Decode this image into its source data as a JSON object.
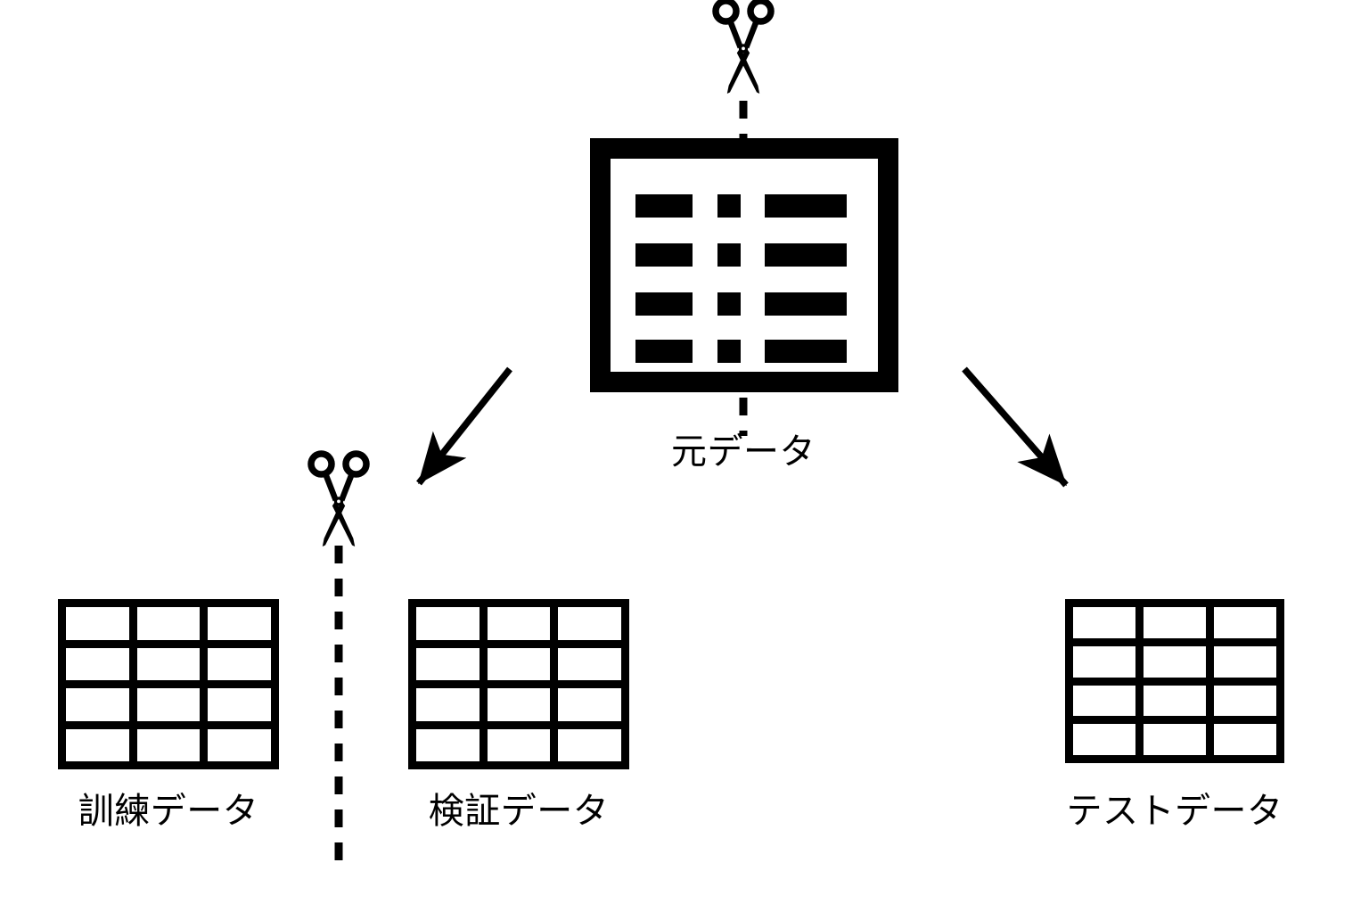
{
  "diagram": {
    "title": "",
    "background_color": "#ffffff",
    "ink_color": "#000000",
    "nodes": [
      {
        "id": "original",
        "label": "元データ",
        "icon": "data-table-filled",
        "rows": 4,
        "columns": 3
      },
      {
        "id": "train",
        "label": "訓練データ",
        "icon": "data-table-grid",
        "rows": 4,
        "columns": 3
      },
      {
        "id": "validation",
        "label": "検証データ",
        "icon": "data-table-grid",
        "rows": 4,
        "columns": 3
      },
      {
        "id": "test",
        "label": "テストデータ",
        "icon": "data-table-grid",
        "rows": 4,
        "columns": 3
      }
    ],
    "cut_markers": [
      {
        "id": "cut-top",
        "icon": "scissors-icon",
        "line_style": "dashed",
        "orientation": "vertical"
      },
      {
        "id": "cut-bottom",
        "icon": "scissors-icon",
        "line_style": "dashed",
        "orientation": "vertical"
      }
    ],
    "arrows": [
      {
        "id": "arrow-to-left",
        "from": "original",
        "to": "train-validation",
        "direction": "down-left"
      },
      {
        "id": "arrow-to-right",
        "from": "original",
        "to": "test",
        "direction": "down-right"
      }
    ]
  }
}
